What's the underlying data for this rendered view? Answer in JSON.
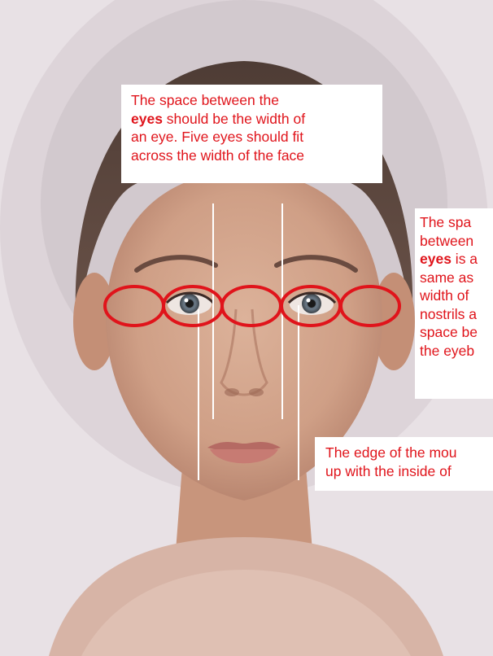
{
  "colors": {
    "annotation_red": "#e0141b",
    "guide_line": "#ffffff",
    "callout_background": "#ffffff"
  },
  "callouts": {
    "top": {
      "line1": "The space between the",
      "line2_bold": "eyes",
      "line2_rest": " should be the width of",
      "line3": "an eye. Five eyes should fit",
      "line4": "across the width of the face"
    },
    "right": {
      "line1": "The spa",
      "line2": "between",
      "line3_bold": "eyes",
      "line3_rest": " is a",
      "line4": "same as",
      "line5": "width of",
      "line6": "nostrils a",
      "line7": "space be",
      "line8": "the eyeb"
    },
    "bottom": {
      "line1": "The edge of the mou",
      "line2": "up with the inside of"
    }
  },
  "markers": {
    "eye_ellipse_count": 5,
    "guide_line_count": 4
  }
}
